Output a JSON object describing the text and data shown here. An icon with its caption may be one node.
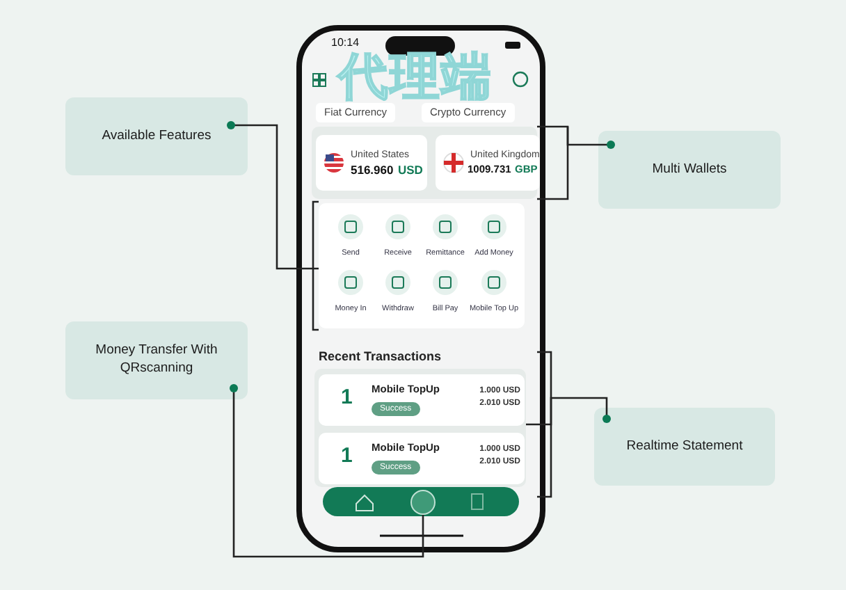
{
  "diagram": {
    "nodes": [
      {
        "text": [
          "Available Features"
        ]
      },
      {
        "text": [
          "Multi Wallets"
        ]
      },
      {
        "text": [
          "Money Transfer With QRscanning"
        ]
      },
      {
        "text": [
          "Realtime Statement"
        ]
      },
      {
        "text": [],
        "shape": "box"
      },
      {
        "text": [],
        "shape": "box"
      },
      {
        "text": [],
        "shape": "box"
      },
      {
        "text": [],
        "shape": "circle"
      }
    ],
    "edges": [
      {
        "from": 0,
        "to": 5,
        "arrow": "none"
      },
      {
        "from": 1,
        "to": 4,
        "arrow": "none"
      },
      {
        "from": 3,
        "to": 6,
        "arrow": "none"
      },
      {
        "from": 2,
        "to": 7,
        "arrow": "none"
      }
    ],
    "labels": [
      "10:14",
      "代理端",
      "Fiat Currency",
      "Crypto Currency",
      "United States",
      "516.960",
      "USD",
      "United Kingdom",
      "1009.731",
      "GBP",
      "Send",
      "Receive",
      "Remittance",
      "Add Money",
      "Money In",
      "Withdraw",
      "Bill Pay",
      "Mobile Top Up",
      "Recent Transactions",
      "1",
      "Mobile TopUp",
      "Success",
      "1.000 USD",
      "2.010 USD",
      "1",
      "Mobile TopUp",
      "Success",
      "1.000 USD",
      "2.010 USD"
    ]
  }
}
